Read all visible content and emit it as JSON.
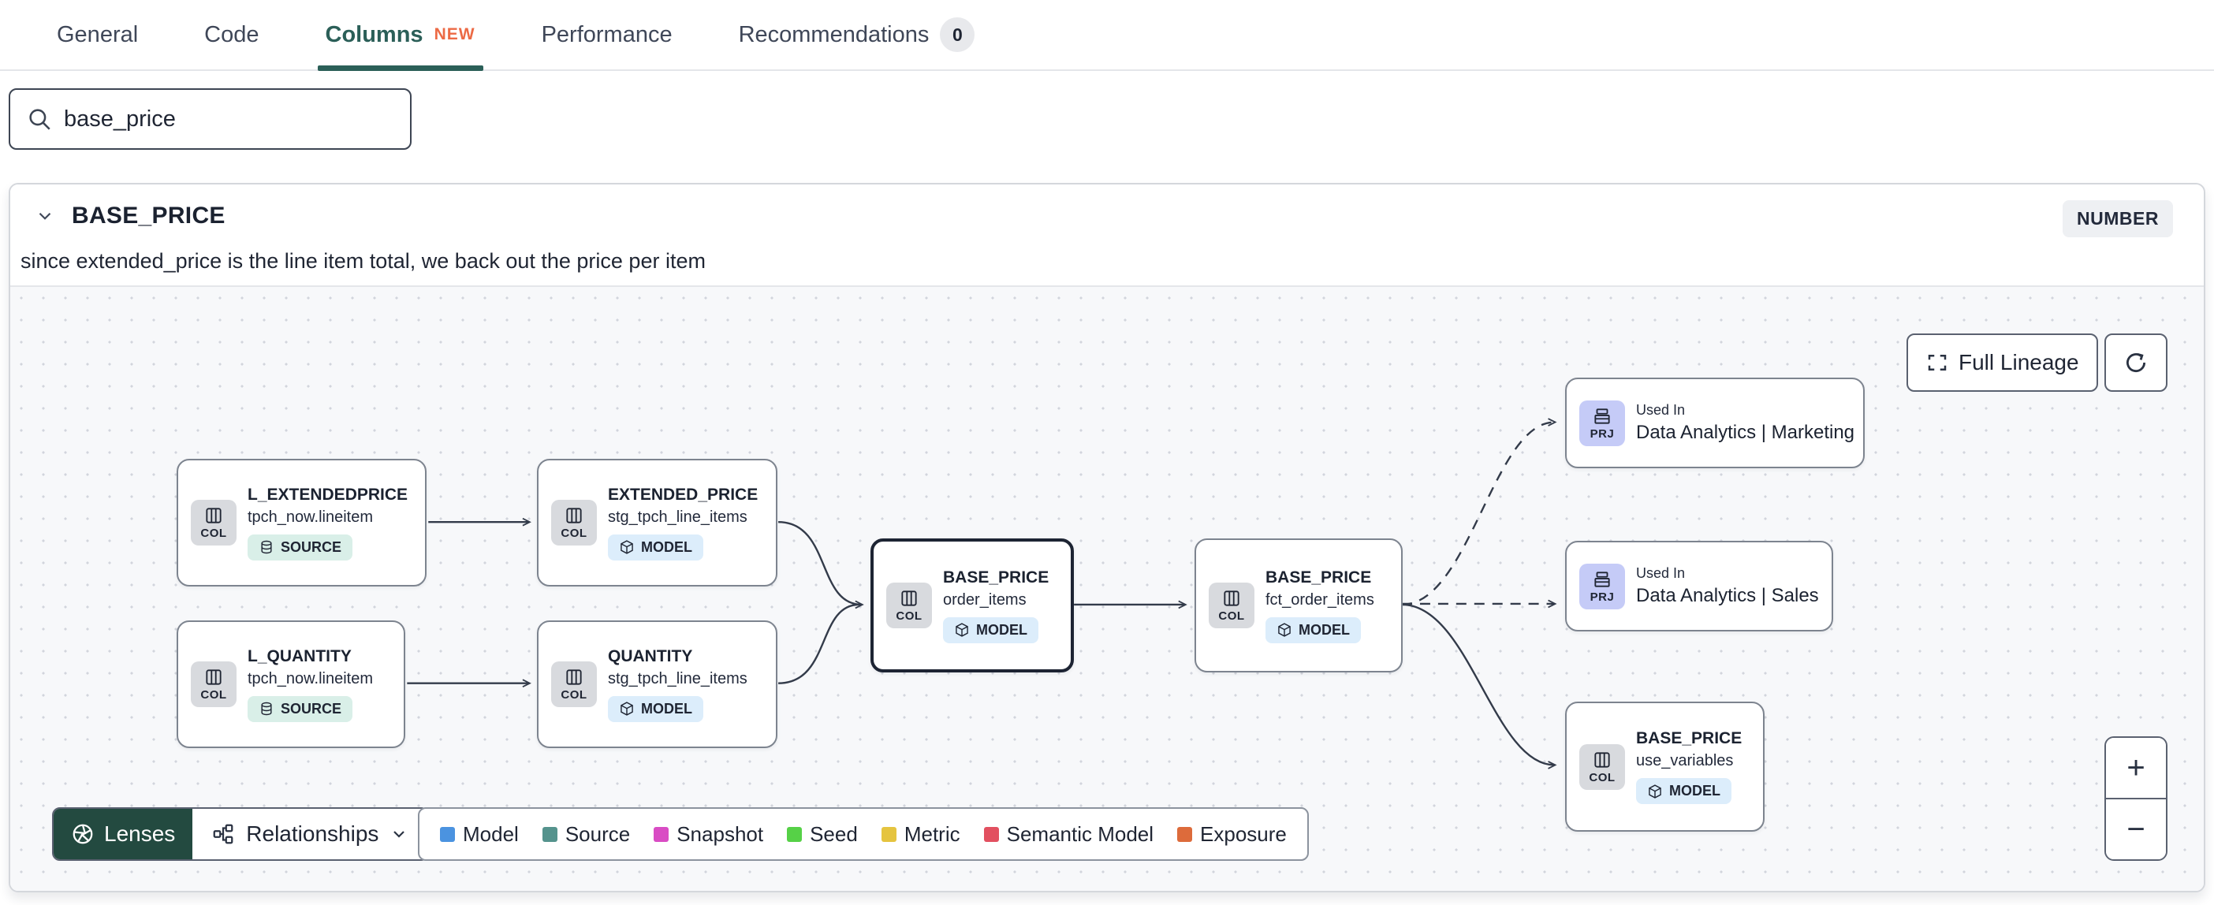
{
  "tabs": {
    "items": [
      {
        "label": "General"
      },
      {
        "label": "Code"
      },
      {
        "label": "Columns",
        "badge": "NEW",
        "active": true
      },
      {
        "label": "Performance"
      },
      {
        "label": "Recommendations",
        "count": "0"
      }
    ]
  },
  "search": {
    "value": "base_price"
  },
  "column": {
    "name": "BASE_PRICE",
    "type": "NUMBER",
    "description": "since extended_price is the line item total, we back out the price per item"
  },
  "lineage": {
    "full_lineage_label": "Full Lineage",
    "nodes": [
      {
        "kind": "COL",
        "title": "L_EXTENDEDPRICE",
        "subtitle": "tpch_now.lineitem",
        "badge": "SOURCE"
      },
      {
        "kind": "COL",
        "title": "EXTENDED_PRICE",
        "subtitle": "stg_tpch_line_items",
        "badge": "MODEL"
      },
      {
        "kind": "COL",
        "title": "L_QUANTITY",
        "subtitle": "tpch_now.lineitem",
        "badge": "SOURCE"
      },
      {
        "kind": "COL",
        "title": "QUANTITY",
        "subtitle": "stg_tpch_line_items",
        "badge": "MODEL"
      },
      {
        "kind": "COL",
        "title": "BASE_PRICE",
        "subtitle": "order_items",
        "badge": "MODEL",
        "selected": true
      },
      {
        "kind": "COL",
        "title": "BASE_PRICE",
        "subtitle": "fct_order_items",
        "badge": "MODEL"
      },
      {
        "kind": "PRJ",
        "label": "Used In",
        "title": "Data Analytics | Marketing"
      },
      {
        "kind": "PRJ",
        "label": "Used In",
        "title": "Data Analytics | Sales"
      },
      {
        "kind": "COL",
        "title": "BASE_PRICE",
        "subtitle": "use_variables",
        "badge": "MODEL"
      }
    ],
    "toolbar": {
      "lenses": "Lenses",
      "relationships": "Relationships"
    },
    "legend": [
      {
        "label": "Model",
        "color": "#4b93e0"
      },
      {
        "label": "Source",
        "color": "#55938d"
      },
      {
        "label": "Snapshot",
        "color": "#d94cc4"
      },
      {
        "label": "Seed",
        "color": "#56d147"
      },
      {
        "label": "Metric",
        "color": "#e5c43f"
      },
      {
        "label": "Semantic Model",
        "color": "#e25060"
      },
      {
        "label": "Exposure",
        "color": "#dd6b3b"
      }
    ],
    "zoom": {
      "in": "+",
      "out": "−"
    }
  }
}
